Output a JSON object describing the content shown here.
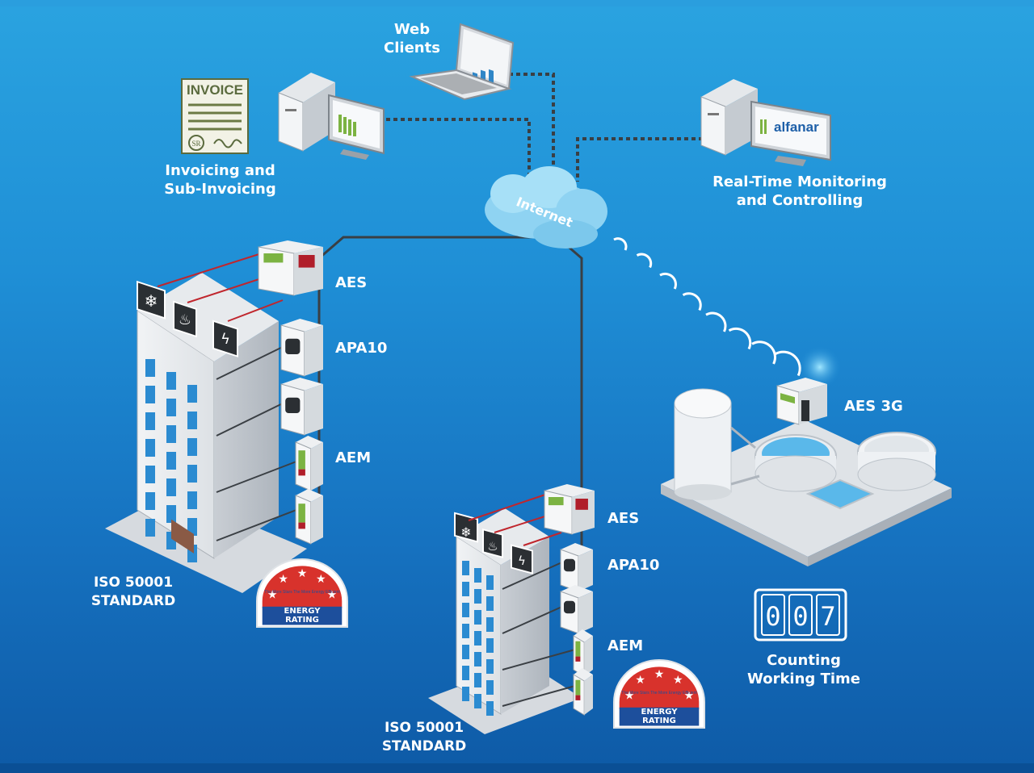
{
  "labels": {
    "web_clients": "Web\nClients",
    "invoicing": "Invoicing and\nSub-Invoicing",
    "monitoring": "Real-Time Monitoring\nand Controlling",
    "internet": "Internet",
    "alfanar": "alfanar",
    "invoice": "INVOICE",
    "invoice_seal": "SR",
    "aes_3g": "AES 3G",
    "counting": "Counting\nWorking Time",
    "counter_digits": [
      "0",
      "0",
      "7"
    ]
  },
  "building_left": {
    "devices": [
      "AES",
      "APA10",
      "AEM"
    ],
    "standard": "ISO 50001\nSTANDARD",
    "rating_top": "The More Stars The More Energy Efficient",
    "rating_bottom": "ENERGY\nRATING"
  },
  "building_right": {
    "devices": [
      "AES",
      "APA10",
      "AEM"
    ],
    "standard": "ISO 50001\nSTANDARD",
    "rating_top": "The More Stars The More Energy Efficient",
    "rating_bottom": "ENERGY\nRATING"
  },
  "colors": {
    "background": "#1f8fd6",
    "link_line": "#3a3f44",
    "red_wire": "#c0262d",
    "rating_blue": "#1d4f9c",
    "rating_red": "#d8322c",
    "cloud": "#8fd3f2"
  }
}
